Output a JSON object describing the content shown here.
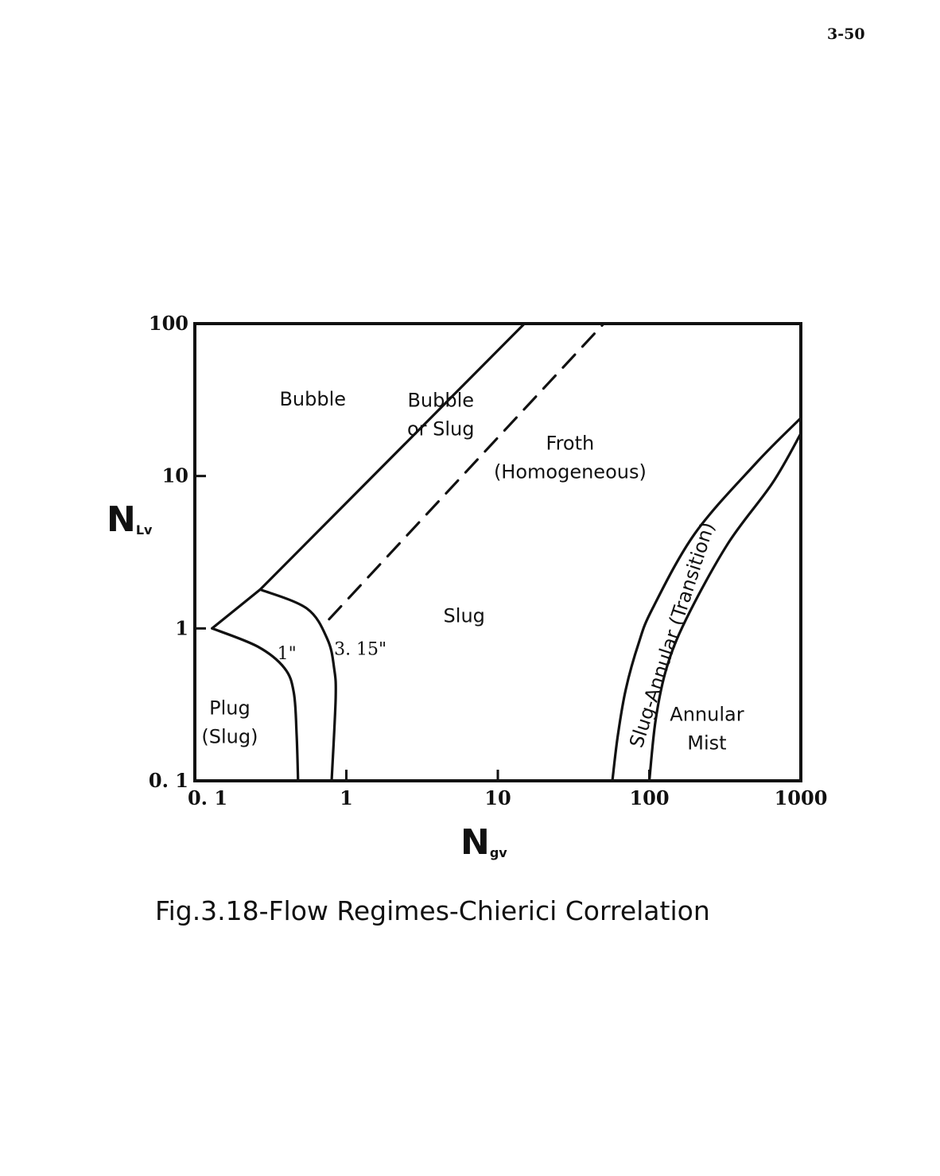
{
  "page_number": "3-50",
  "caption": "Fig.3.18-Flow Regimes-Chierici Correlation",
  "chart_data": {
    "type": "line",
    "title": "",
    "x_scale": "log",
    "y_scale": "log",
    "xlim": [
      0.1,
      1000
    ],
    "ylim": [
      0.1,
      100
    ],
    "xlabel": {
      "main": "N",
      "sub": "gv"
    },
    "ylabel": {
      "main": "N",
      "sub": "Lv"
    },
    "x_ticks": [
      {
        "value": 0.1,
        "label": "0. 1"
      },
      {
        "value": 1,
        "label": "1"
      },
      {
        "value": 10,
        "label": "10"
      },
      {
        "value": 100,
        "label": "100"
      },
      {
        "value": 1000,
        "label": "1000"
      }
    ],
    "y_ticks": [
      {
        "value": 0.1,
        "label": "0. 1"
      },
      {
        "value": 1,
        "label": "1"
      },
      {
        "value": 10,
        "label": "10"
      },
      {
        "value": 100,
        "label": "100"
      }
    ],
    "grid": false,
    "series": [
      {
        "style": "solid",
        "points": [
          [
            0.13,
            1.0
          ],
          [
            0.27,
            1.8
          ],
          [
            15,
            100
          ]
        ]
      },
      {
        "style": "dashed",
        "points": [
          [
            0.77,
            1.15
          ],
          [
            50,
            100
          ]
        ]
      },
      {
        "style": "solid",
        "points": [
          [
            0.13,
            1.0
          ],
          [
            0.26,
            0.76
          ],
          [
            0.39,
            0.55
          ],
          [
            0.45,
            0.38
          ],
          [
            0.47,
            0.2
          ],
          [
            0.48,
            0.1
          ]
        ]
      },
      {
        "style": "solid",
        "points": [
          [
            0.27,
            1.8
          ],
          [
            0.55,
            1.35
          ],
          [
            0.75,
            0.85
          ],
          [
            0.83,
            0.55
          ],
          [
            0.85,
            0.35
          ],
          [
            0.8,
            0.1
          ]
        ]
      },
      {
        "style": "solid",
        "points": [
          [
            57,
            0.1
          ],
          [
            62,
            0.2
          ],
          [
            70,
            0.4
          ],
          [
            85,
            0.8
          ],
          [
            105,
            1.35
          ],
          [
            200,
            4.2
          ],
          [
            500,
            12
          ],
          [
            1000,
            24
          ]
        ]
      },
      {
        "style": "solid",
        "points": [
          [
            100,
            0.1
          ],
          [
            110,
            0.25
          ],
          [
            130,
            0.55
          ],
          [
            175,
            1.15
          ],
          [
            330,
            3.6
          ],
          [
            650,
            9
          ],
          [
            1000,
            19
          ]
        ]
      }
    ],
    "curve_labels": [
      {
        "text": "1\"",
        "x": 0.35,
        "y": 0.63
      },
      {
        "text": "3. 15\"",
        "x": 0.83,
        "y": 0.67
      }
    ],
    "regions": [
      {
        "lines": [
          "Bubble"
        ],
        "x": 0.6,
        "y": 29
      },
      {
        "lines": [
          "Bubble",
          "or Slug"
        ],
        "x": 4.2,
        "y": 23
      },
      {
        "lines": [
          "Froth",
          "(Homogeneous)"
        ],
        "x": 30,
        "y": 12
      },
      {
        "lines": [
          "Slug"
        ],
        "x": 6,
        "y": 1.1
      },
      {
        "lines": [
          "Plug",
          "(Slug)"
        ],
        "x": 0.17,
        "y": 0.22
      },
      {
        "lines": [
          "Annular",
          "Mist"
        ],
        "x": 240,
        "y": 0.2
      }
    ],
    "rotated_label": {
      "text": "Slug-Annular  (Transition)",
      "x": 155,
      "y": 0.88,
      "angle": -72
    }
  }
}
